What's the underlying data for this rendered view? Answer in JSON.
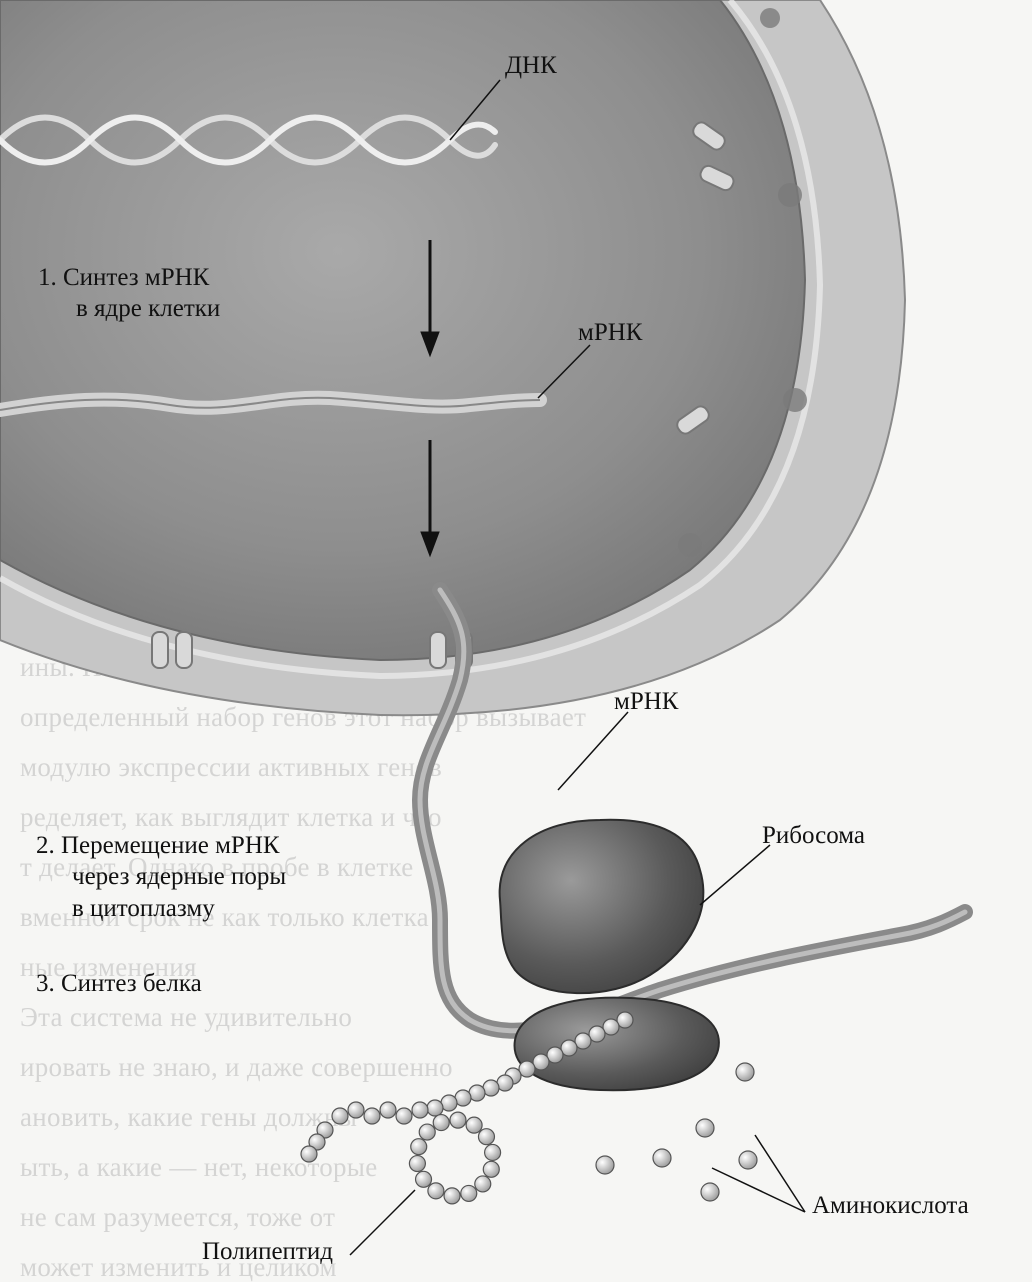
{
  "labels": {
    "dna": "ДНК",
    "mrna_nucleus": "мРНК",
    "mrna_cytoplasm": "мРНК",
    "ribosome": "Рибосома",
    "amino_acid": "Аминокислота",
    "polypeptide": "Полипептид"
  },
  "steps": {
    "step1": {
      "line1": "1. Синтез мРНК",
      "line2": "в ядре клетки"
    },
    "step2": {
      "line1": "2. Перемещение мРНК",
      "line2": "через ядерные поры",
      "line3": "в цитоплазму"
    },
    "step3": {
      "line1": "3. Синтез белка"
    }
  },
  "colors": {
    "nucleus_fill": "#8e8e8e",
    "cytoplasm": "#c9c9c9",
    "mrna": "#7a7a7a",
    "ribosome": "#5a5a5a",
    "amino_acid": "#d8d8d8",
    "text": "#111111"
  }
}
